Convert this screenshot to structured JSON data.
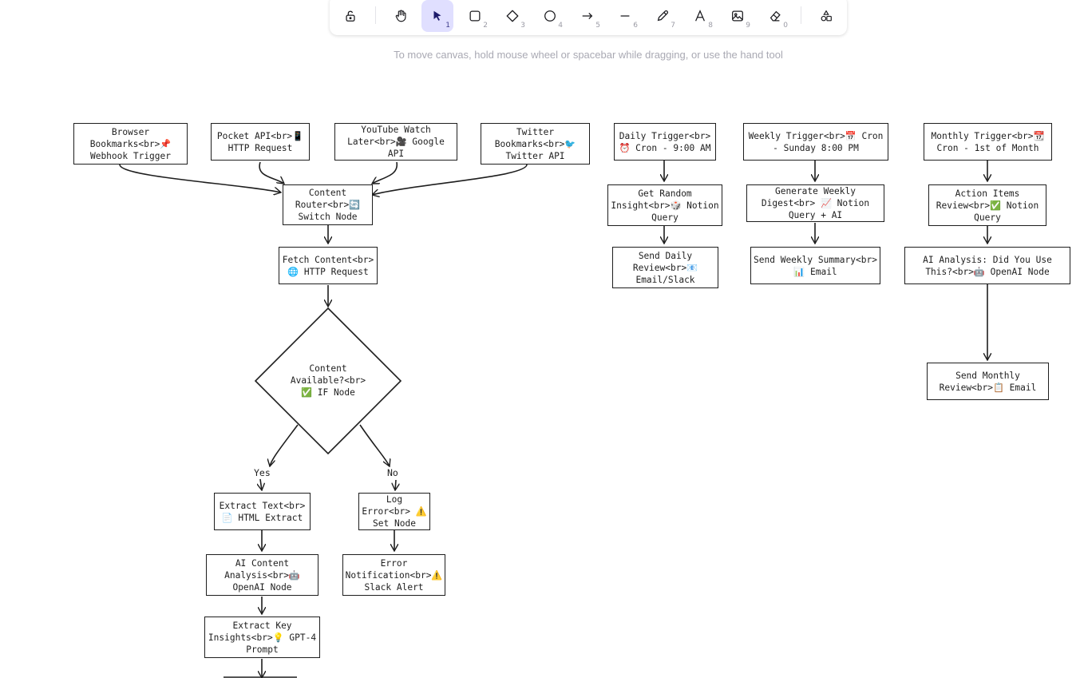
{
  "toolbar": {
    "tools": [
      {
        "name": "lock-icon",
        "key": ""
      },
      {
        "name": "hand-icon",
        "key": ""
      },
      {
        "name": "selection-icon",
        "key": "1"
      },
      {
        "name": "rectangle-icon",
        "key": "2"
      },
      {
        "name": "diamond-icon",
        "key": "3"
      },
      {
        "name": "ellipse-icon",
        "key": "4"
      },
      {
        "name": "arrow-icon",
        "key": "5"
      },
      {
        "name": "line-icon",
        "key": "6"
      },
      {
        "name": "pencil-icon",
        "key": "7"
      },
      {
        "name": "text-icon",
        "key": "8"
      },
      {
        "name": "image-icon",
        "key": "9"
      },
      {
        "name": "eraser-icon",
        "key": "0"
      },
      {
        "name": "shapes-library-icon",
        "key": ""
      }
    ],
    "active_tool": "selection-icon",
    "accent_color": "#e0dfff"
  },
  "hint": "To move canvas, hold mouse wheel or spacebar while dragging, or use the hand tool",
  "nodes": {
    "browser_bookmarks": "Browser Bookmarks<br>📌 Webhook Trigger",
    "pocket_api": "Pocket API<br>📱 HTTP Request",
    "youtube_watch_later": "YouTube Watch Later<br>🎥 Google API",
    "twitter_bookmarks": "Twitter Bookmarks<br>🐦 Twitter API",
    "content_router": "Content Router<br>🔄 Switch Node",
    "fetch_content": "Fetch Content<br> 🌐 HTTP Request",
    "content_available": "Content Available?<br> ✅ IF Node",
    "extract_text": "Extract Text<br> 📄 HTML Extract",
    "ai_content_analysis": "AI Content Analysis<br>🤖 OpenAI Node",
    "extract_key_insights": "Extract Key Insights<br>💡 GPT-4 Prompt",
    "log_error": "Log Error<br> ⚠️ Set Node",
    "error_notification": "Error Notification<br>⚠️ Slack Alert",
    "daily_trigger": "Daily Trigger<br>⏰ Cron - 9:00 AM",
    "get_random_insight": "Get Random Insight<br>🎲 Notion Query",
    "send_daily_review": "Send Daily Review<br>📧 Email/Slack",
    "weekly_trigger": "Weekly Trigger<br>📅 Cron - Sunday 8:00 PM",
    "generate_weekly_digest": "Generate Weekly Digest<br> 📈 Notion Query + AI",
    "send_weekly_summary": "Send Weekly Summary<br> 📊 Email",
    "monthly_trigger": "Monthly Trigger<br>📆 Cron - 1st of Month",
    "action_items_review": "Action Items Review<br>✅ Notion Query",
    "ai_analysis_did_you_use": "AI Analysis: Did You Use This?<br>🤖 OpenAI Node",
    "send_monthly_review": "Send Monthly Review<br>📋 Email"
  },
  "edge_labels": {
    "yes": "Yes",
    "no": "No"
  }
}
